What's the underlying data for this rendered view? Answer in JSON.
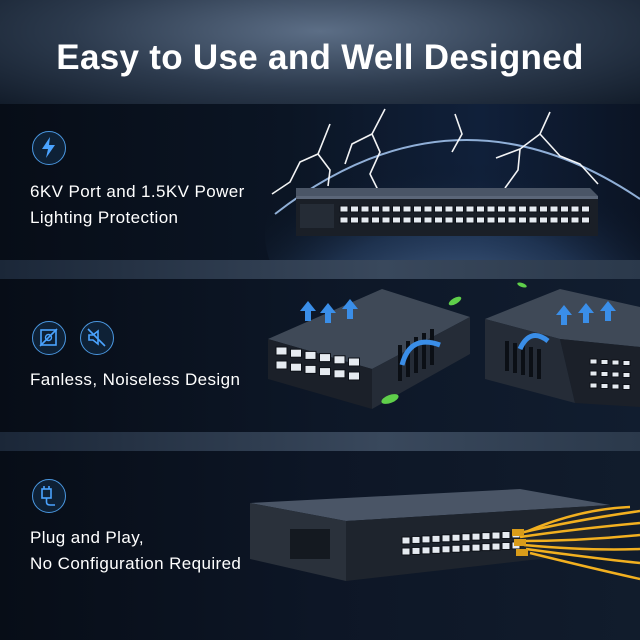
{
  "header": {
    "title": "Easy to Use and Well Designed"
  },
  "features": [
    {
      "icon": "lightning-bolt-icon",
      "line1": "6KV Port and 1.5KV Power",
      "line2": "Lighting Protection"
    },
    {
      "icon": "no-fan-icon",
      "icon2": "mute-speaker-icon",
      "line1": "Fanless, Noiseless Design"
    },
    {
      "icon": "power-plug-icon",
      "line1": "Plug and Play,",
      "line2": "No Configuration Required"
    }
  ],
  "colors": {
    "accent": "#4a97e0",
    "airflow_arrow": "#3a8ee8",
    "leaf": "#5fcf4a",
    "cable": "#f2b020"
  }
}
